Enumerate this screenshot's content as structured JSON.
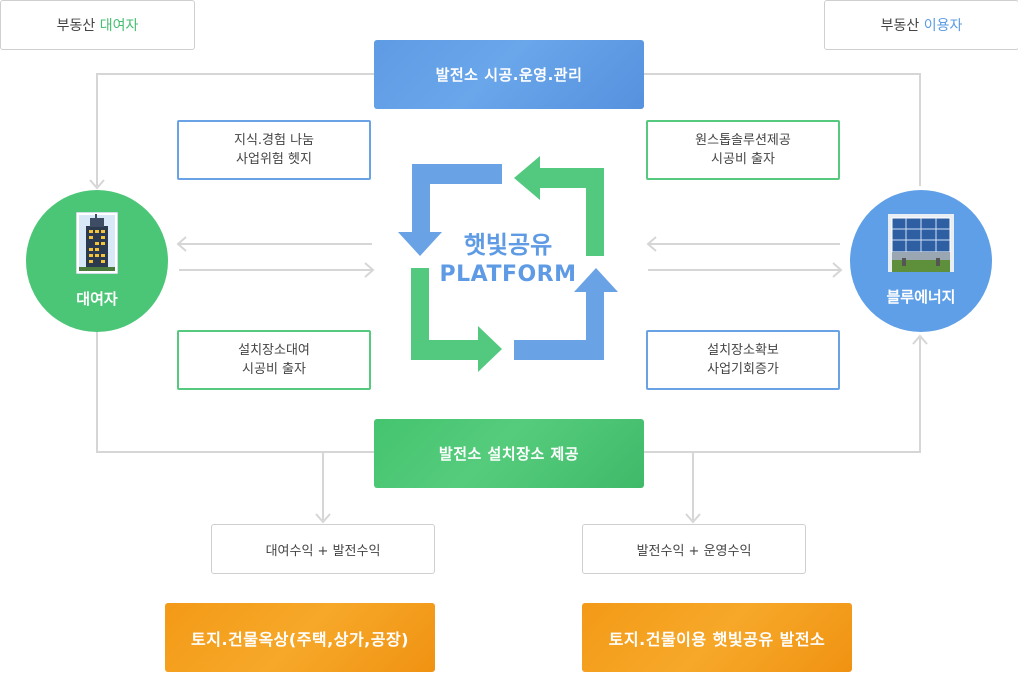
{
  "corners": {
    "left": {
      "prefix": "부동산",
      "highlight": "대여자"
    },
    "right": {
      "prefix": "부동산",
      "highlight": "이용자"
    }
  },
  "top_banner": "발전소 시공.운영.관리",
  "bottom_banner": "발전소 설치장소 제공",
  "notes": {
    "top_left": [
      "지식.경험 나눔",
      "사업위험 헷지"
    ],
    "top_right": [
      "원스톱솔루션제공",
      "시공비 출자"
    ],
    "bottom_left": [
      "설치장소대여",
      "시공비 출자"
    ],
    "bottom_right": [
      "설치장소확보",
      "사업기회증가"
    ]
  },
  "left_entity": {
    "label": "대여자",
    "icon": "building-icon"
  },
  "right_entity": {
    "label": "블루에너지",
    "icon": "solar-panel-icon"
  },
  "platform": {
    "line1": "햇빛공유",
    "line2": "PLATFORM"
  },
  "results": {
    "left": "대여수익 + 발전수익",
    "right": "발전수익 + 운영수익"
  },
  "outcomes": {
    "left": "토지.건물옥상(주택,상가,공장)",
    "right": "토지.건물이용 햇빛공유 발전소"
  },
  "colors": {
    "green": "#4bc677",
    "blue": "#5f9fe8",
    "orange": "#f39a17",
    "line": "#d6d6d6"
  }
}
